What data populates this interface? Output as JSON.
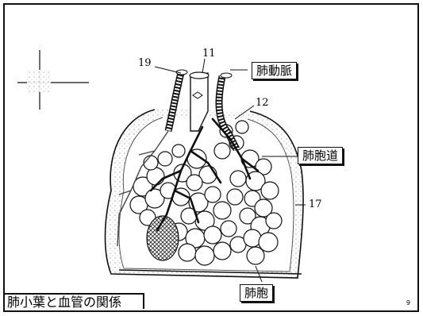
{
  "callouts": {
    "pulmonary_artery": "肺動脈",
    "alveolar_duct": "肺胞道",
    "alveolus": "肺胞"
  },
  "numbers": {
    "n19": "19",
    "n11": "11",
    "n12": "12",
    "n17": "17"
  },
  "caption": "肺小葉と血管の関係",
  "page_number": "9"
}
